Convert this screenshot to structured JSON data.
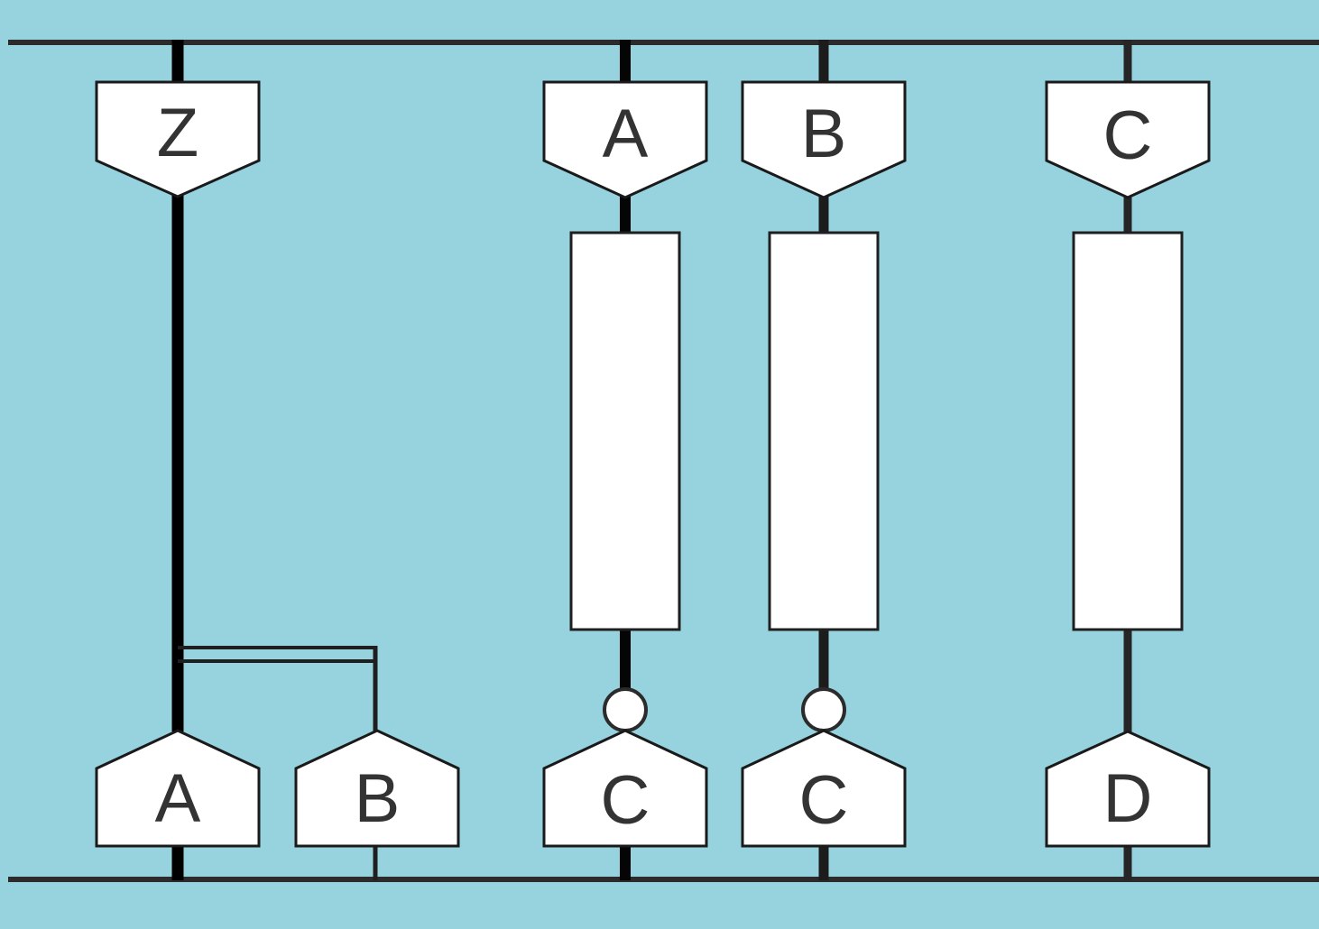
{
  "diagram": {
    "colors": {
      "background": "#97d3df",
      "shape_fill": "#ffffff",
      "shape_stroke": "#1a1a1a",
      "heavy_line": "#000000",
      "rail_line": "#2b2b2b",
      "label_text": "#333333"
    },
    "columns": [
      {
        "top_label": "Z",
        "bottom_labels": [
          "A",
          "B"
        ],
        "has_rectangle": false,
        "has_circle": false,
        "has_double_link": true
      },
      {
        "top_label": "A",
        "bottom_labels": [
          "C"
        ],
        "has_rectangle": true,
        "has_circle": true,
        "has_double_link": false
      },
      {
        "top_label": "B",
        "bottom_labels": [
          "C"
        ],
        "has_rectangle": true,
        "has_circle": true,
        "has_double_link": false
      },
      {
        "top_label": "C",
        "bottom_labels": [
          "D"
        ],
        "has_rectangle": true,
        "has_circle": false,
        "has_double_link": false
      }
    ]
  }
}
